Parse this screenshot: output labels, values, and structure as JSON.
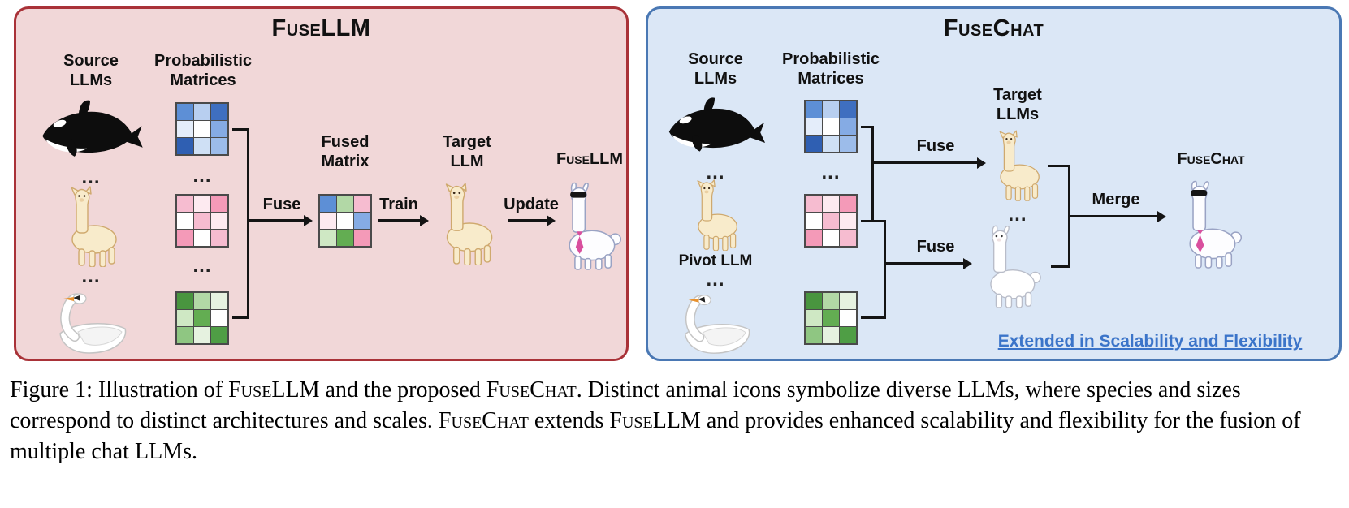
{
  "figure": {
    "ellipsis": "...",
    "left": {
      "title": "FuseLLM",
      "source_heading": "Source\nLLMs",
      "matrices_heading": "Probabilistic\nMatrices",
      "fused_matrix_heading": "Fused\nMatrix",
      "target_heading": "Target\nLLM",
      "fuse_label": "Fuse",
      "train_label": "Train",
      "update_label": "Update",
      "result_label": "FuseLLM",
      "colors": {
        "background": "#f1d7d8",
        "border": "#a93238"
      }
    },
    "right": {
      "title": "FuseChat",
      "source_heading": "Source\nLLMs",
      "matrices_heading": "Probabilistic\nMatrices",
      "target_heading": "Target\nLLMs",
      "pivot_label": "Pivot LLM",
      "fuse_top_label": "Fuse",
      "fuse_bottom_label": "Fuse",
      "merge_label": "Merge",
      "result_label": "FuseChat",
      "note": "Extended in Scalability and Flexibility",
      "colors": {
        "background": "#dbe7f6",
        "border": "#4a78b4",
        "note": "#3b74c9"
      }
    },
    "icons": [
      "orca-icon",
      "alpaca-icon",
      "swan-icon",
      "llama-icon",
      "mascot-sunglasses-icon"
    ],
    "matrices": {
      "blue": [
        "#5d8fd6",
        "#b8cff0",
        "#3f6fc0",
        "#e4edfa",
        "#ffffff",
        "#85abe4",
        "#2f5fb2",
        "#cfe0f5",
        "#9cbcea"
      ],
      "pink": [
        "#f6bcd0",
        "#fdeaf0",
        "#f49ab8",
        "#ffffff",
        "#f6bcd0",
        "#fdeaf0",
        "#f49ab8",
        "#ffffff",
        "#f6bcd0"
      ],
      "green": [
        "#49953f",
        "#b2d8a6",
        "#e6f2e0",
        "#cfe8c4",
        "#63ad52",
        "#ffffff",
        "#8fc682",
        "#e6f2e0",
        "#4f9e45"
      ],
      "fused": [
        "#5d8fd6",
        "#b2d8a6",
        "#f6bcd0",
        "#fdeaf0",
        "#ffffff",
        "#85abe4",
        "#cfe8c4",
        "#63ad52",
        "#f49ab8"
      ]
    }
  },
  "caption": {
    "segments": [
      {
        "t": "Figure 1: Illustration of ",
        "sc": false
      },
      {
        "t": "FuseLLM",
        "sc": true
      },
      {
        "t": " and the proposed ",
        "sc": false
      },
      {
        "t": "FuseChat",
        "sc": true
      },
      {
        "t": ". Distinct animal icons symbolize diverse LLMs, where species and sizes correspond to distinct architectures and scales. ",
        "sc": false
      },
      {
        "t": "FuseChat",
        "sc": true
      },
      {
        "t": " extends ",
        "sc": false
      },
      {
        "t": "FuseLLM",
        "sc": true
      },
      {
        "t": " and provides enhanced scalability and flexibility for the fusion of multiple chat LLMs.",
        "sc": false
      }
    ]
  }
}
